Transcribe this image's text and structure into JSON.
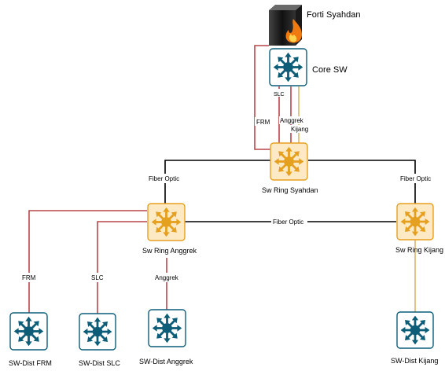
{
  "devices": {
    "firewall": {
      "label": "Forti Syahdan",
      "icon": "firewall-icon"
    },
    "core": {
      "label": "Core SW",
      "icon": "switch-icon"
    },
    "ring_syahdan": {
      "label": "Sw Ring Syahdan",
      "icon": "switch-icon"
    },
    "ring_anggrek": {
      "label": "Sw Ring Anggrek",
      "icon": "switch-icon"
    },
    "ring_kijang": {
      "label": "Sw Ring Kijang",
      "icon": "switch-icon"
    },
    "dist_frm": {
      "label": "SW-Dist FRM",
      "icon": "switch-icon"
    },
    "dist_slc": {
      "label": "SW-Dist SLC",
      "icon": "switch-icon"
    },
    "dist_anggrek": {
      "label": "SW-Dist Anggrek",
      "icon": "switch-icon"
    },
    "dist_kijang": {
      "label": "SW-Dist Kijang",
      "icon": "switch-icon"
    }
  },
  "links": {
    "frm_upper": "FRM",
    "slc_upper": "SLC",
    "anggrek_upper": "Anggrek",
    "kijang_upper": "Kijang",
    "fiber_left": "Fiber Optic",
    "fiber_right": "Fiber Optic",
    "fiber_middle": "Fiber Optic",
    "frm_lower": "FRM",
    "slc_lower": "SLC",
    "anggrek_lower": "Anggrek"
  },
  "colors": {
    "core_switch_fill": "#0d5d78",
    "core_switch_bg": "#ffffff",
    "ring_switch_fill": "#e6a020",
    "ring_switch_bg": "#fde9c4",
    "red_link": "#b9474a",
    "yellow_link": "#d9b56a",
    "black_link": "#000000",
    "firewall_body": "#222222",
    "flame": "#f07a10"
  }
}
